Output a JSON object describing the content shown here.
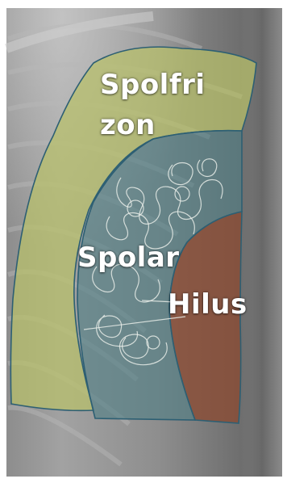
{
  "image": {
    "subject": "chest-radiograph-right-lung-upper-zone",
    "colors": {
      "frame": "#ffffff",
      "spolfri_zone": "#b8c06a",
      "spolar_zone": "#4f7e86",
      "hilus_zone": "#8a4a32",
      "zone_outline": "#2d5f73",
      "coil_wire": "#e8ece8"
    }
  },
  "zones": {
    "spolfri": {
      "line1": "Spolfri",
      "line2": "zon"
    },
    "spolar": {
      "label": "Spolar"
    },
    "hilus": {
      "label": "Hilus"
    }
  }
}
